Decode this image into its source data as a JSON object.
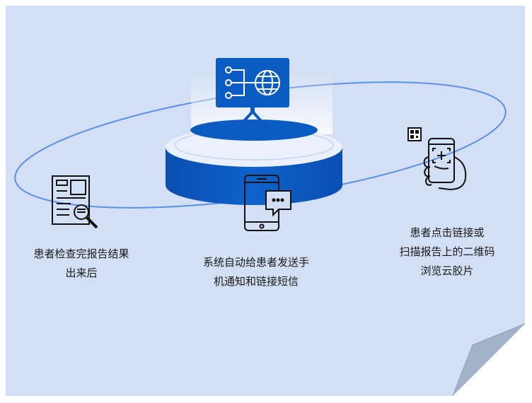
{
  "colors": {
    "sheet": "#d2dff4",
    "fold": "#a4b2c8",
    "accent_blue": "#0b5cc2",
    "orbit": "#5d8fe8",
    "icon_ink": "#111111"
  },
  "icons": [
    "monitor-network-icon",
    "medical-report-search-icon",
    "smartphone-chat-icon",
    "phone-scan-qr-icon"
  ],
  "steps": {
    "left": {
      "line1": "患者检查完报告结果",
      "line2": "出来后"
    },
    "middle": {
      "line1": "系统自动给患者发送手",
      "line2": "机通知和链接短信"
    },
    "right": {
      "line1": "患者点击链接或",
      "line2": "扫描报告上的二维码",
      "line3": "浏览云胶片"
    }
  }
}
